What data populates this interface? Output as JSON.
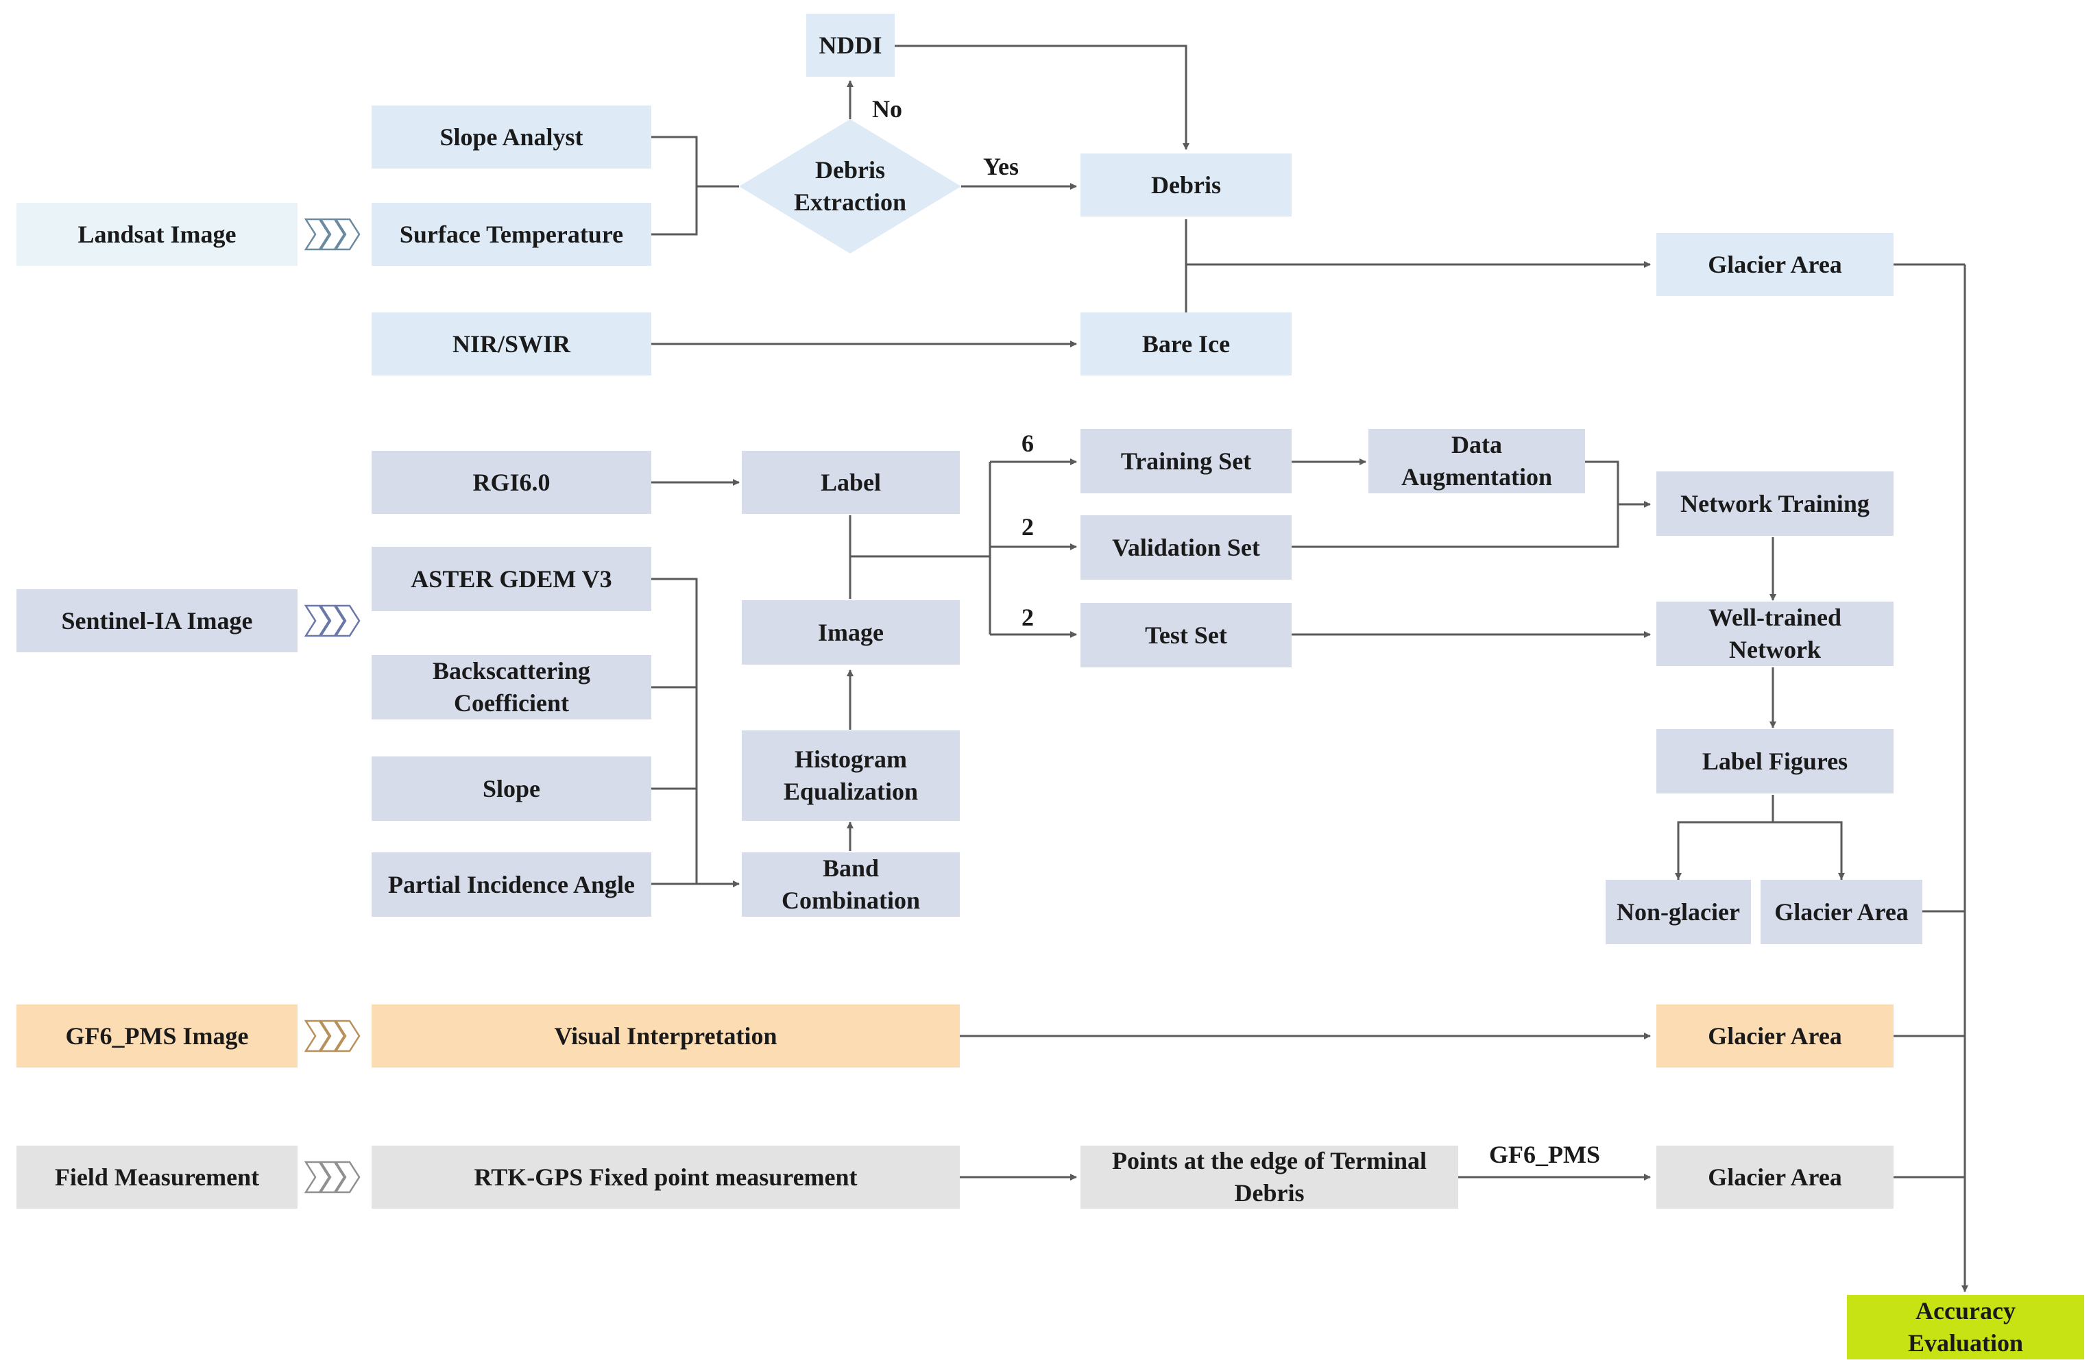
{
  "sources": {
    "landsat": "Landsat Image",
    "sentinel": "Sentinel-IA Image",
    "gf6": "GF6_PMS Image",
    "field": "Field Measurement"
  },
  "landsat_branch": {
    "slope_analyst": "Slope Analyst",
    "surface_temperature": "Surface Temperature",
    "nir_swir": "NIR/SWIR",
    "nddi": "NDDI",
    "debris_extraction": [
      "Debris",
      "Extraction"
    ],
    "no_label": "No",
    "yes_label": "Yes",
    "debris": "Debris",
    "bare_ice": "Bare Ice",
    "glacier_area": "Glacier Area"
  },
  "sentinel_branch": {
    "rgi": "RGI6.0",
    "aster": "ASTER GDEM V3",
    "backscattering": [
      "Backscattering",
      "Coefficient"
    ],
    "slope": "Slope",
    "partial_incidence": "Partial Incidence Angle",
    "label": "Label",
    "image": "Image",
    "histogram": [
      "Histogram",
      "Equalization"
    ],
    "band_combination": [
      "Band",
      "Combination"
    ],
    "ratio_training": "6",
    "ratio_validation": "2",
    "ratio_test": "2",
    "training_set": "Training Set",
    "validation_set": "Validation Set",
    "test_set": "Test Set",
    "data_augmentation": [
      "Data",
      "Augmentation"
    ],
    "network_training": "Network Training",
    "well_trained": [
      "Well-trained",
      "Network"
    ],
    "label_figures": "Label Figures",
    "non_glacier": "Non-glacier",
    "glacier_area": "Glacier Area"
  },
  "gf6_branch": {
    "visual_interpretation": "Visual Interpretation",
    "glacier_area": "Glacier Area"
  },
  "field_branch": {
    "rtk_gps": "RTK-GPS Fixed point measurement",
    "edge_points": [
      "Points at the edge of Terminal",
      "Debris"
    ],
    "gf6_label": "GF6_PMS",
    "glacier_area": "Glacier Area"
  },
  "result": {
    "accuracy_evaluation": [
      "Accuracy",
      "Evaluation"
    ]
  },
  "colors": {
    "landsat": "#deebf7",
    "sentinel": "#d6dcea",
    "gf6": "#fcdcb2",
    "field": "#e3e3e3",
    "accuracy": "#c8e314",
    "line": "#5a5a5a"
  }
}
